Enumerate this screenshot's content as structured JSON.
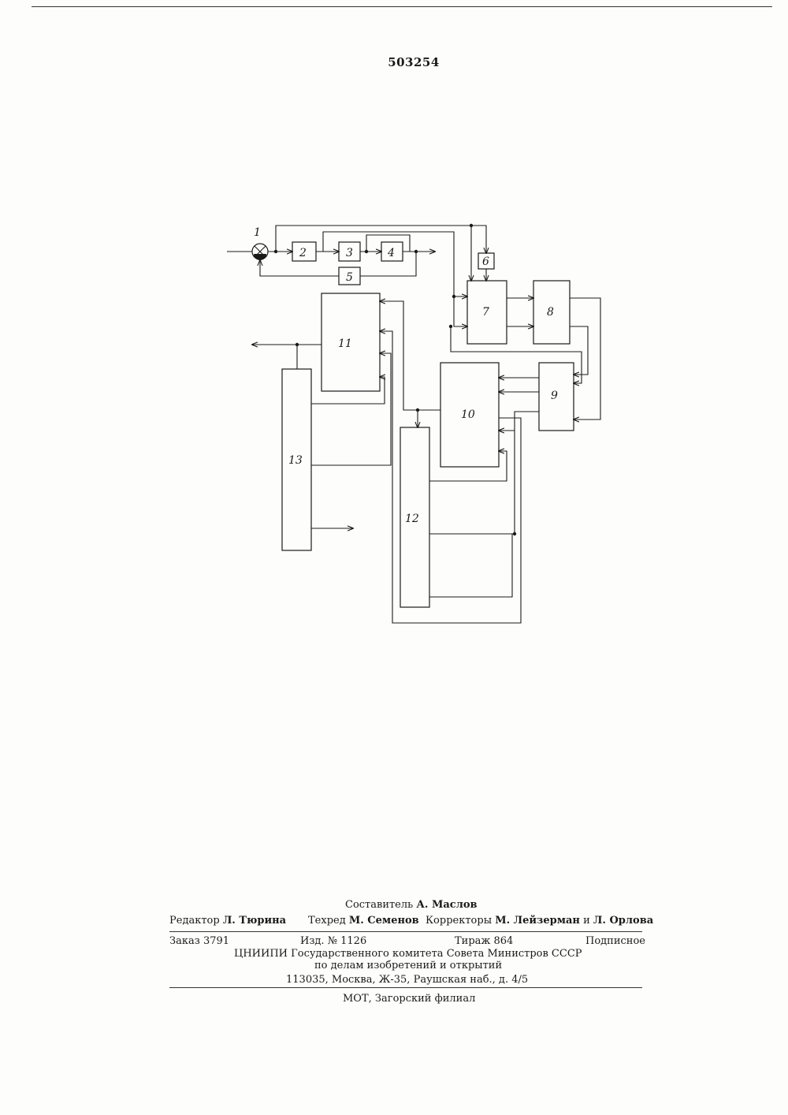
{
  "header": {
    "patent_number": "503254"
  },
  "diagram": {
    "blocks": [
      {
        "id": "2",
        "label": "2"
      },
      {
        "id": "3",
        "label": "3"
      },
      {
        "id": "4",
        "label": "4"
      },
      {
        "id": "5",
        "label": "5"
      },
      {
        "id": "6",
        "label": "6"
      },
      {
        "id": "7",
        "label": "7"
      },
      {
        "id": "8",
        "label": "8"
      },
      {
        "id": "9",
        "label": "9"
      },
      {
        "id": "10",
        "label": "10"
      },
      {
        "id": "11",
        "label": "11"
      },
      {
        "id": "12",
        "label": "12"
      },
      {
        "id": "13",
        "label": "13"
      }
    ],
    "summator_label": "1"
  },
  "imprint": {
    "compiler_prefix": "Составитель",
    "compiler_name": "А. Маслов",
    "editor_prefix": "Редактор",
    "editor_name": "Л. Тюрина",
    "techred_prefix": "Техред",
    "techred_name": "М. Семенов",
    "correctors_prefix": "Корректоры",
    "correctors_name1": "М. Лейзерман",
    "correctors_and": "и",
    "correctors_name2": "Л. Орлова",
    "order": "Заказ 3791",
    "edition": "Изд. № 1126",
    "circulation": "Тираж 864",
    "subscription": "Подписное",
    "org_line1": "ЦНИИПИ Государственного комитета Совета Министров СССР",
    "org_line2": "по делам изобретений и открытий",
    "address": "113035, Москва, Ж-35, Раушская наб., д. 4/5",
    "printer": "МОТ, Загорский филиал"
  }
}
